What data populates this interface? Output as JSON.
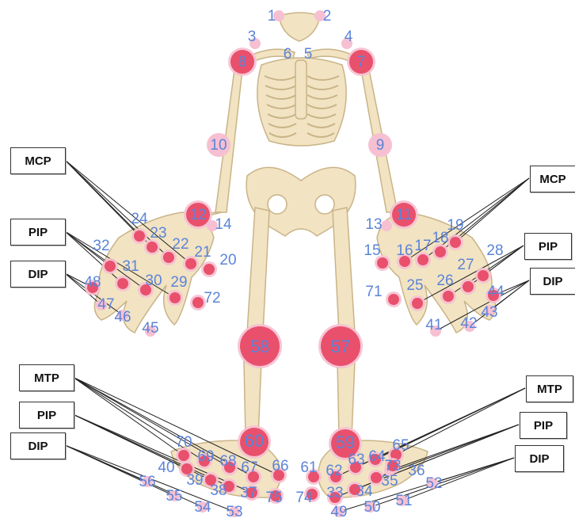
{
  "colors": {
    "bone": "#f2e3c2",
    "bone_stroke": "#c9b488",
    "bone_dark": "#dcc89c",
    "joint_pink": "#f07a92",
    "joint_red": "#e9506c",
    "joint_light": "#f6c0d2",
    "number_blue": "#5b84d9",
    "leader": "#222222"
  },
  "labels": {
    "left": {
      "mcp": "MCP",
      "pip": "PIP",
      "dip": "DIP",
      "mtp": "MTP",
      "foot_pip": "PIP",
      "foot_dip": "DIP"
    },
    "right": {
      "mcp": "MCP",
      "pip": "PIP",
      "dip": "DIP",
      "mtp": "MTP",
      "foot_pip": "PIP",
      "foot_dip": "DIP"
    }
  },
  "joints": [
    {
      "n": "1",
      "style": "light",
      "size": "s",
      "label_side": "left"
    },
    {
      "n": "2",
      "style": "light",
      "size": "s",
      "label_side": "right"
    },
    {
      "n": "3",
      "style": "light",
      "size": "s",
      "label_side": "up"
    },
    {
      "n": "4",
      "style": "light",
      "size": "s",
      "label_side": "up"
    },
    {
      "n": "5",
      "style": "none",
      "size": "s",
      "label_side": "center"
    },
    {
      "n": "6",
      "style": "none",
      "size": "s",
      "label_side": "center"
    },
    {
      "n": "7",
      "style": "red",
      "size": "m",
      "label_side": "center"
    },
    {
      "n": "8",
      "style": "red",
      "size": "m",
      "label_side": "center"
    },
    {
      "n": "9",
      "style": "light",
      "size": "m",
      "label_side": "center"
    },
    {
      "n": "10",
      "style": "light",
      "size": "m",
      "label_side": "center"
    },
    {
      "n": "11",
      "style": "red",
      "size": "m",
      "label_side": "center"
    },
    {
      "n": "12",
      "style": "red",
      "size": "m",
      "label_side": "center"
    },
    {
      "n": "13",
      "style": "light",
      "size": "s",
      "label_side": "left"
    },
    {
      "n": "14",
      "style": "light",
      "size": "s",
      "label_side": "right"
    },
    {
      "n": "15",
      "style": "red",
      "size": "s",
      "label_side": "left"
    },
    {
      "n": "16",
      "style": "red",
      "size": "s",
      "label_side": "up"
    },
    {
      "n": "17",
      "style": "red",
      "size": "s",
      "label_side": "up"
    },
    {
      "n": "18",
      "style": "red",
      "size": "s",
      "label_side": "up"
    },
    {
      "n": "19",
      "style": "red",
      "size": "s",
      "label_side": "right"
    },
    {
      "n": "20",
      "style": "red",
      "size": "s",
      "label_side": "right"
    },
    {
      "n": "21",
      "style": "red",
      "size": "s",
      "label_side": "up"
    },
    {
      "n": "22",
      "style": "red",
      "size": "s",
      "label_side": "up"
    },
    {
      "n": "23",
      "style": "red",
      "size": "s",
      "label_side": "up"
    },
    {
      "n": "24",
      "style": "red",
      "size": "s",
      "label_side": "up"
    },
    {
      "n": "25",
      "style": "red",
      "size": "s",
      "label_side": "up"
    },
    {
      "n": "26",
      "style": "red",
      "size": "s",
      "label_side": "up"
    },
    {
      "n": "27",
      "style": "red",
      "size": "s",
      "label_side": "up"
    },
    {
      "n": "28",
      "style": "red",
      "size": "s",
      "label_side": "right"
    },
    {
      "n": "29",
      "style": "red",
      "size": "s",
      "label_side": "up"
    },
    {
      "n": "30",
      "style": "red",
      "size": "s",
      "label_side": "up"
    },
    {
      "n": "31",
      "style": "red",
      "size": "s",
      "label_side": "up"
    },
    {
      "n": "32",
      "style": "red",
      "size": "s",
      "label_side": "up"
    },
    {
      "n": "33",
      "style": "red",
      "size": "s",
      "label_side": "down"
    },
    {
      "n": "34",
      "style": "red",
      "size": "s",
      "label_side": "down"
    },
    {
      "n": "35",
      "style": "red",
      "size": "s",
      "label_side": "down"
    },
    {
      "n": "36",
      "style": "light",
      "size": "s",
      "label_side": "center"
    },
    {
      "n": "37",
      "style": "red",
      "size": "s",
      "label_side": "down"
    },
    {
      "n": "38",
      "style": "red",
      "size": "s",
      "label_side": "down"
    },
    {
      "n": "39",
      "style": "red",
      "size": "s",
      "label_side": "down"
    },
    {
      "n": "40",
      "style": "red",
      "size": "s",
      "label_side": "left"
    },
    {
      "n": "41",
      "style": "light",
      "size": "s",
      "label_side": "down"
    },
    {
      "n": "42",
      "style": "light",
      "size": "s",
      "label_side": "down"
    },
    {
      "n": "43",
      "style": "light",
      "size": "s",
      "label_side": "right"
    },
    {
      "n": "44",
      "style": "red",
      "size": "s",
      "label_side": "right"
    },
    {
      "n": "45",
      "style": "light",
      "size": "s",
      "label_side": "down"
    },
    {
      "n": "46",
      "style": "light",
      "size": "s",
      "label_side": "down"
    },
    {
      "n": "47",
      "style": "light",
      "size": "s",
      "label_side": "left"
    },
    {
      "n": "48",
      "style": "red",
      "size": "s",
      "label_side": "left"
    },
    {
      "n": "49",
      "style": "light",
      "size": "s",
      "label_side": "down"
    },
    {
      "n": "50",
      "style": "light",
      "size": "s",
      "label_side": "down"
    },
    {
      "n": "51",
      "style": "light",
      "size": "s",
      "label_side": "down"
    },
    {
      "n": "52",
      "style": "light",
      "size": "s",
      "label_side": "right"
    },
    {
      "n": "53",
      "style": "light",
      "size": "s",
      "label_side": "down"
    },
    {
      "n": "54",
      "style": "light",
      "size": "s",
      "label_side": "down"
    },
    {
      "n": "55",
      "style": "light",
      "size": "s",
      "label_side": "down"
    },
    {
      "n": "56",
      "style": "light",
      "size": "s",
      "label_side": "left"
    },
    {
      "n": "57",
      "style": "red",
      "size": "xl",
      "label_side": "center"
    },
    {
      "n": "58",
      "style": "red",
      "size": "xl",
      "label_side": "center"
    },
    {
      "n": "59",
      "style": "red",
      "size": "l",
      "label_side": "center"
    },
    {
      "n": "60",
      "style": "red",
      "size": "l",
      "label_side": "center"
    },
    {
      "n": "61",
      "style": "red",
      "size": "s",
      "label_side": "up"
    },
    {
      "n": "62",
      "style": "red",
      "size": "s",
      "label_side": "up"
    },
    {
      "n": "63",
      "style": "red",
      "size": "s",
      "label_side": "up"
    },
    {
      "n": "64",
      "style": "red",
      "size": "s",
      "label_side": "up"
    },
    {
      "n": "65",
      "style": "red",
      "size": "s",
      "label_side": "up"
    },
    {
      "n": "66",
      "style": "red",
      "size": "s",
      "label_side": "up"
    },
    {
      "n": "67",
      "style": "red",
      "size": "s",
      "label_side": "up"
    },
    {
      "n": "68",
      "style": "red",
      "size": "s",
      "label_side": "up"
    },
    {
      "n": "69",
      "style": "red",
      "size": "s",
      "label_side": "up"
    },
    {
      "n": "70",
      "style": "red",
      "size": "s",
      "label_side": "up"
    },
    {
      "n": "71",
      "style": "red",
      "size": "s",
      "label_side": "left"
    },
    {
      "n": "72",
      "style": "red",
      "size": "s",
      "label_side": "right"
    },
    {
      "n": "73",
      "style": "red",
      "size": "s",
      "label_side": "center"
    },
    {
      "n": "74",
      "style": "red",
      "size": "s",
      "label_side": "center"
    },
    {
      "n": "75",
      "style": "red",
      "size": "s",
      "label_side": "center"
    }
  ]
}
